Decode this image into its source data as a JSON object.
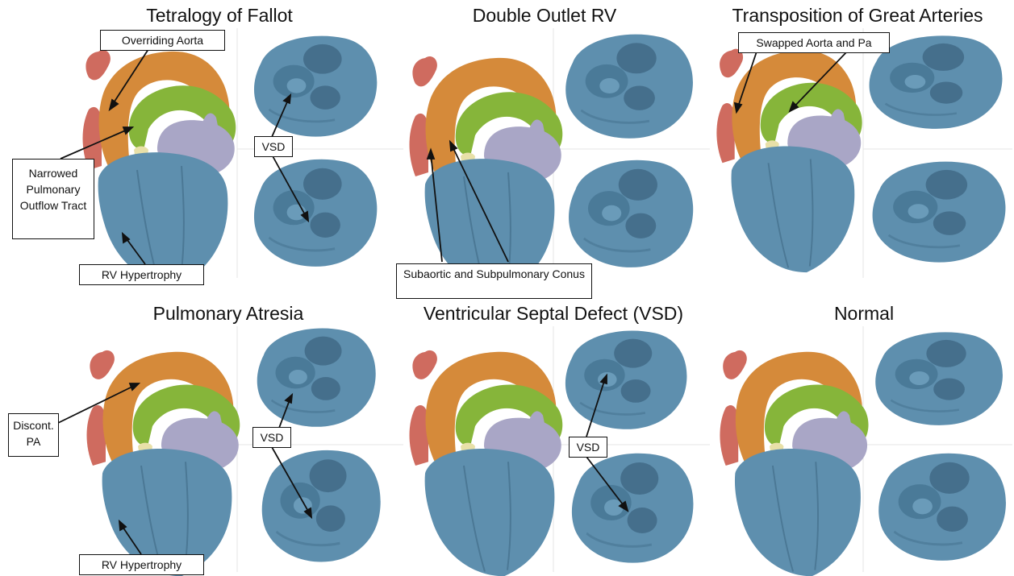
{
  "panels": [
    {
      "title": "Tetralogy of Fallot",
      "labels": [
        "Overriding Aorta",
        "VSD",
        "Narrowed Pulmonary Outflow Tract",
        "RV Hypertrophy"
      ]
    },
    {
      "title": "Double Outlet RV",
      "labels": [
        "Subaortic and Subpulmonary Conus"
      ]
    },
    {
      "title": "Transposition of Great Arteries",
      "labels": [
        "Swapped Aorta and Pa"
      ]
    },
    {
      "title": "Pulmonary Atresia",
      "labels": [
        "Discont. PA",
        "VSD",
        "RV Hypertrophy"
      ]
    },
    {
      "title": "Ventricular Septal Defect (VSD)",
      "labels": [
        "VSD"
      ]
    },
    {
      "title": "Normal",
      "labels": []
    }
  ],
  "colors": {
    "ventricle": "#5e8fae",
    "ventricle_dark": "#456f8c",
    "aorta": "#d58a3a",
    "pulmonary_artery": "#86b53a",
    "atrium": "#a9a6c6",
    "vessel_red": "#cf6b5f",
    "valve_yellow": "#e8e0a8"
  },
  "icons": [
    "heart-model-icon",
    "valve-view-icon"
  ]
}
